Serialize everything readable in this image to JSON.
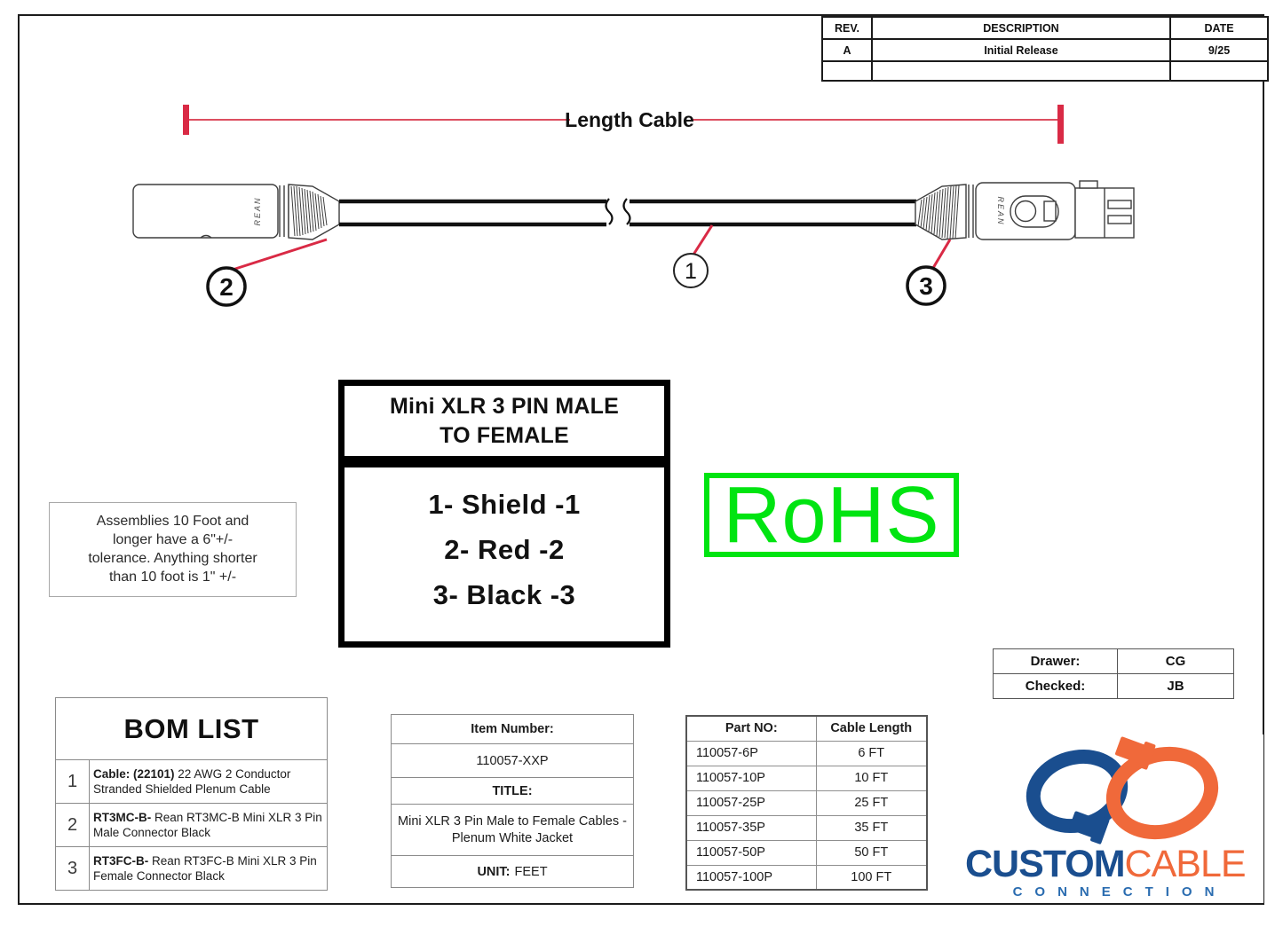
{
  "revision_table": {
    "headers": [
      "REV.",
      "DESCRIPTION",
      "DATE"
    ],
    "rows": [
      {
        "rev": "A",
        "description": "Initial Release",
        "date": "9/25"
      },
      {
        "rev": "",
        "description": "",
        "date": ""
      }
    ]
  },
  "dimension": {
    "label": "Length Cable"
  },
  "drawing": {
    "brand_left": "REAN",
    "brand_right": "REAN",
    "callout_1": "1",
    "callout_2": "2",
    "callout_3": "3"
  },
  "spec_box": {
    "title_line1": "Mini XLR 3 PIN MALE",
    "title_line2": "TO FEMALE",
    "pin_map": [
      "1- Shield -1",
      "2- Red -2",
      "3- Black -3"
    ]
  },
  "rohs_label": "RoHS",
  "tolerance_note": {
    "lines": [
      "Assemblies 10 Foot and",
      "longer have a 6\"+/-",
      "tolerance. Anything shorter",
      "than 10 foot is 1\" +/-"
    ]
  },
  "approval_table": {
    "rows": [
      {
        "label": "Drawer:",
        "value": "CG"
      },
      {
        "label": "Checked:",
        "value": "JB"
      }
    ]
  },
  "bom_list": {
    "title": "BOM LIST",
    "items": [
      {
        "no": "1",
        "part": "Cable: (22101)",
        "description": " 22 AWG 2 Conductor Stranded Shielded Plenum Cable"
      },
      {
        "no": "2",
        "part": "RT3MC-B-",
        "description": " Rean RT3MC-B Mini XLR 3 Pin Male Connector Black"
      },
      {
        "no": "3",
        "part": "RT3FC-B-",
        "description": " Rean RT3FC-B Mini XLR 3 Pin Female Connector Black"
      }
    ]
  },
  "item_table": {
    "item_number_label": "Item Number:",
    "item_number": "110057-XXP",
    "title_label": "TITLE:",
    "title": "Mini XLR 3 Pin Male to Female Cables - Plenum White Jacket",
    "unit_label": "UNIT:",
    "unit": "FEET"
  },
  "part_table": {
    "headers": [
      "Part NO:",
      "Cable Length"
    ],
    "rows": [
      [
        "110057-6P",
        "6 FT"
      ],
      [
        "110057-10P",
        "10 FT"
      ],
      [
        "110057-25P",
        "25 FT"
      ],
      [
        "110057-35P",
        "35 FT"
      ],
      [
        "110057-50P",
        "50 FT"
      ],
      [
        "110057-100P",
        "100 FT"
      ]
    ]
  },
  "logo": {
    "word1": "CUSTOM",
    "word2": "CABLE",
    "word3": "CONNECTION"
  },
  "colors": {
    "accent_red": "#d92a45",
    "rohs_green": "#00e411",
    "logo_blue": "#1a4e8f",
    "logo_orange": "#f0693a"
  }
}
